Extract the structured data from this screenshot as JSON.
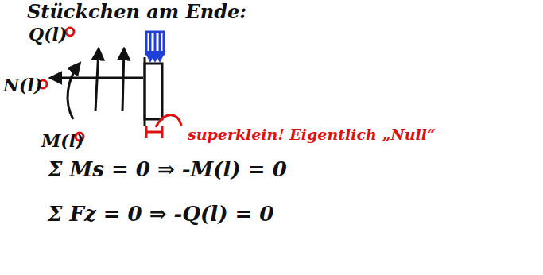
{
  "diagram": {
    "title": "Stückchen am Ende:",
    "labels": [
      "Q(l)",
      "N(l)",
      "M(l)",
      "superklein! Eigentlich „Null“",
      "Σ Ms = 0 ⇒ -M(l) = 0",
      "Σ Fz = 0 ⇒ -Q(l) = 0"
    ]
  }
}
